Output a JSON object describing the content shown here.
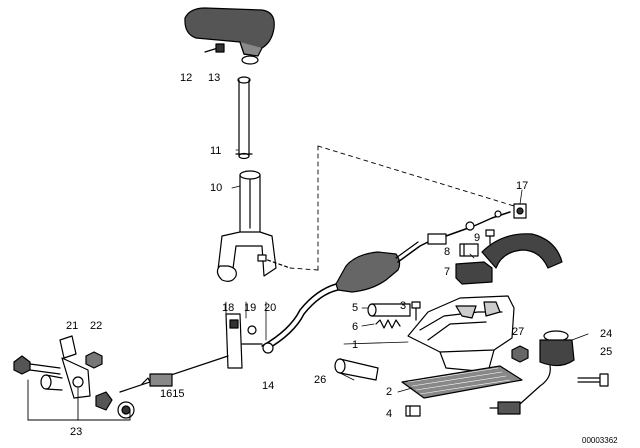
{
  "labels": {
    "l12": "12",
    "l13": "13",
    "l11": "11",
    "l10": "10",
    "l17": "17",
    "l9": "9",
    "l8": "8",
    "l7": "7",
    "l18": "18",
    "l19": "19",
    "l20": "20",
    "l5": "5",
    "l3": "3",
    "l6": "6",
    "l1": "1",
    "l27": "27",
    "l24": "24",
    "l25": "25",
    "l21": "21",
    "l22": "22",
    "l1615": "1615",
    "l14": "14",
    "l26": "26",
    "l2": "2",
    "l4": "4",
    "l23": "23"
  },
  "drawing_code": "00003362"
}
